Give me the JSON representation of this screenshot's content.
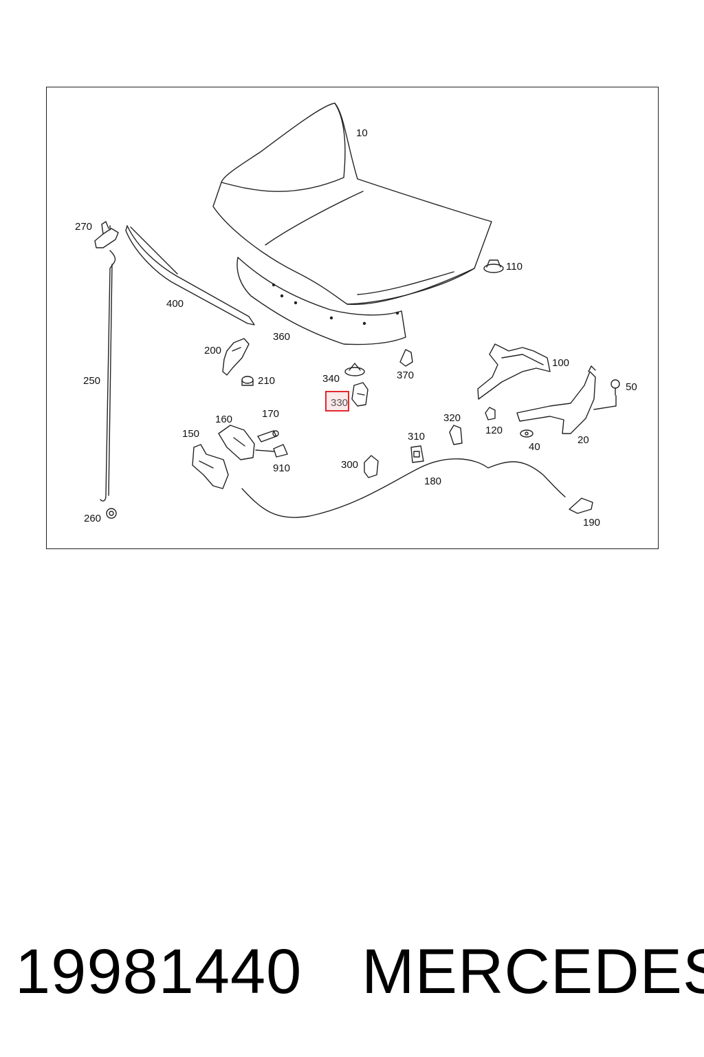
{
  "diagram": {
    "callouts": {
      "c10": "10",
      "c110": "110",
      "c270": "270",
      "c400": "400",
      "c360": "360",
      "c200": "200",
      "c210": "210",
      "c250": "250",
      "c340": "340",
      "c330": "330",
      "c370": "370",
      "c100": "100",
      "c50": "50",
      "c160": "160",
      "c170": "170",
      "c150": "150",
      "c910": "910",
      "c320": "320",
      "c310": "310",
      "c120": "120",
      "c40": "40",
      "c20": "20",
      "c300": "300",
      "c180": "180",
      "c260": "260",
      "c190": "190"
    },
    "highlighted_callout": "330",
    "highlight_color": "#e0272d"
  },
  "footer": {
    "part_number": "19981440",
    "brand": "MERCEDES"
  }
}
